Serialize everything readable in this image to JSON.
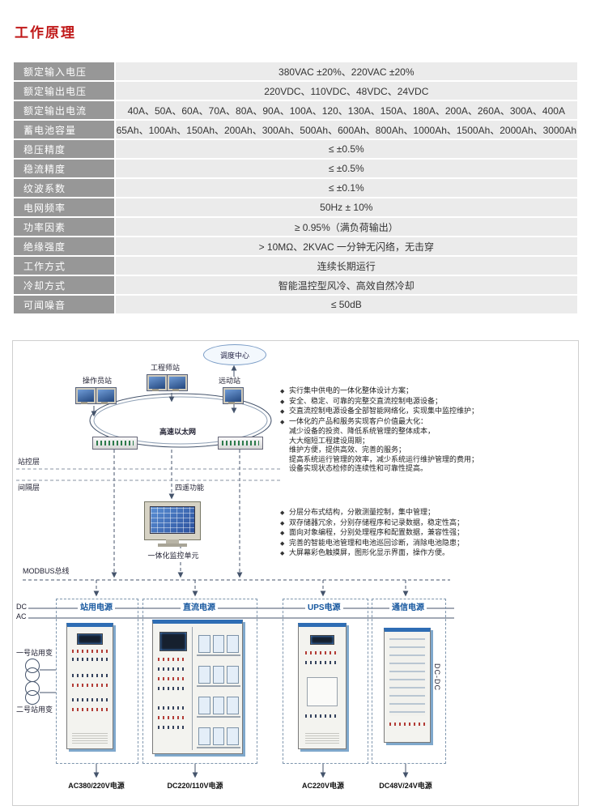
{
  "page": {
    "title": "工作原理"
  },
  "colors": {
    "accent_red": "#c01818",
    "table_label_bg": "#979797",
    "table_value_bg": "#ebebeb",
    "cabinet_blue": "#2e6db4",
    "diagram_title_blue": "#15569e"
  },
  "spec_table": {
    "rows": [
      {
        "label": "额定输入电压",
        "value": "380VAC ±20%、220VAC ±20%"
      },
      {
        "label": "额定输出电压",
        "value": "220VDC、110VDC、48VDC、24VDC"
      },
      {
        "label": "额定输出电流",
        "value": "40A、50A、60A、70A、80A、90A、100A、120、130A、150A、180A、200A、260A、300A、400A"
      },
      {
        "label": "蓄电池容量",
        "value": "65Ah、100Ah、150Ah、200Ah、300Ah、500Ah、600Ah、800Ah、1000Ah、1500Ah、2000Ah、3000Ah"
      },
      {
        "label": "稳压精度",
        "value": "≤ ±0.5%"
      },
      {
        "label": "稳流精度",
        "value": "≤ ±0.5%"
      },
      {
        "label": "纹波系数",
        "value": "≤ ±0.1%"
      },
      {
        "label": "电网频率",
        "value": "50Hz ± 10%"
      },
      {
        "label": "功率因素",
        "value": "≥ 0.95%（满负荷输出）"
      },
      {
        "label": "绝缘强度",
        "value": "> 10MΩ、2KVAC 一分钟无闪络，无击穿"
      },
      {
        "label": "工作方式",
        "value": "连续长期运行"
      },
      {
        "label": "冷却方式",
        "value": "智能温控型风冷、高效自然冷却"
      },
      {
        "label": "可闻噪音",
        "value": "≤ 50dB"
      }
    ]
  },
  "diagram": {
    "dispatch_center": "调度中心",
    "stations": [
      "操作员站",
      "工程师站",
      "远动站"
    ],
    "ethernet": "高速以太网",
    "station_layer": "站控层",
    "bay_layer": "间隔层",
    "four_remote": "四遥功能",
    "monitor_unit": "一体化监控单元",
    "modbus": "MODBUS总线",
    "dc": "DC",
    "ac": "AC",
    "dcdc": "DC-DC",
    "transformer1": "一号站用变",
    "transformer2": "二号站用变",
    "features1": [
      {
        "mark": "◆",
        "text": "实行集中供电的一体化整体设计方案；"
      },
      {
        "mark": "◆",
        "text": "安全、稳定、可靠的完整交直流控制电源设备；"
      },
      {
        "mark": "◆",
        "text": "交直流控制电源设备全部智能网络化，实现集中监控维护；"
      },
      {
        "mark": "◆",
        "text": "一体化的产品和服务实现客户价值最大化："
      },
      {
        "mark": "",
        "text": "减少设备的投资、降低系统管理的整体成本，"
      },
      {
        "mark": "",
        "text": "大大缩短工程建设周期；"
      },
      {
        "mark": "",
        "text": "维护方便，提供高效、完善的服务；"
      },
      {
        "mark": "",
        "text": "提高系统运行管理的效率，减少系统运行维护管理的费用；"
      },
      {
        "mark": "",
        "text": "设备实现状态检修的连续性和可靠性提高。"
      }
    ],
    "features2": [
      {
        "mark": "◆",
        "text": "分层分布式结构，分散测量控制，集中管理；"
      },
      {
        "mark": "◆",
        "text": "双存储器冗余，分别存储程序和记录数据，稳定性高；"
      },
      {
        "mark": "◆",
        "text": "面向对象编程，分别处理程序和配置数据，兼容性强；"
      },
      {
        "mark": "◆",
        "text": "完善的智能电池管理和电池巡回诊断，消除电池隐患；"
      },
      {
        "mark": "◆",
        "text": "大屏幕彩色触摸屏，图形化显示界面，操作方便。"
      }
    ],
    "cabinets": [
      {
        "title": "站用电源",
        "caption": "AC380/220V电源"
      },
      {
        "title": "直流电源",
        "caption": "DC220/110V电源"
      },
      {
        "title": "UPS电源",
        "caption": "AC220V电源"
      },
      {
        "title": "通信电源",
        "caption": "DC48V/24V电源"
      }
    ]
  }
}
